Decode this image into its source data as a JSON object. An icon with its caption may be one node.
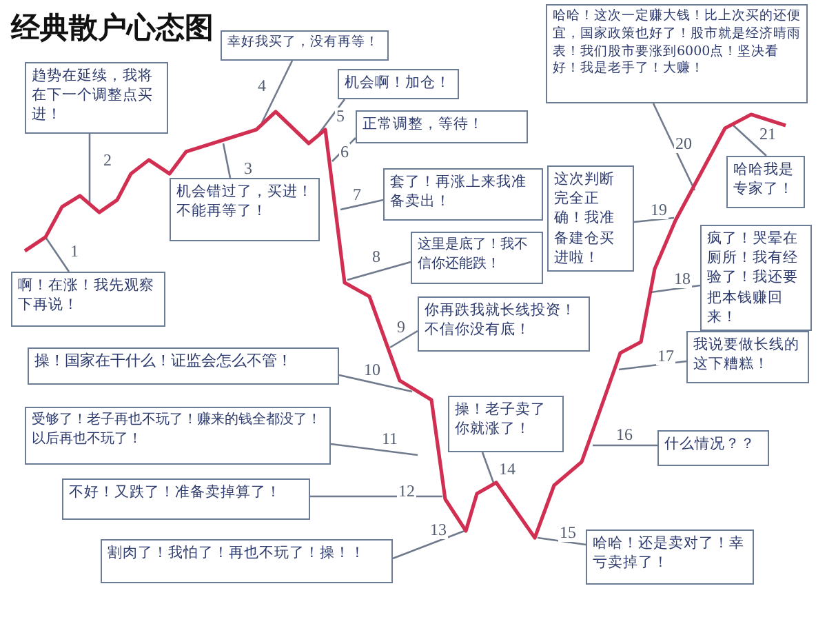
{
  "diagram": {
    "title": "经典散户心态图",
    "nodes": [
      {
        "text": [
          "啊！在涨！我先观察下再说！"
        ]
      },
      {
        "text": [
          "趋势在延续，我将在下一个调整点买进！"
        ]
      },
      {
        "text": [
          "机会错过了，买进！不能再等了！"
        ]
      },
      {
        "text": [
          "幸好我买了，没有再等！"
        ]
      },
      {
        "text": [
          "机会啊！加仓！"
        ]
      },
      {
        "text": [
          "正常调整，等待！"
        ]
      },
      {
        "text": [
          "套了！再涨上来我准备卖出！"
        ]
      },
      {
        "text": [
          "这里是底了！我不信你还能跌！"
        ]
      },
      {
        "text": [
          "你再跌我就长线投资！不信你没有底！"
        ]
      },
      {
        "text": [
          "操！国家在干什么！证监会怎么不管！"
        ]
      },
      {
        "text": [
          "受够了！老子再也不玩了！赚来的钱全都没了！以后再也不玩了！"
        ]
      },
      {
        "text": [
          "不好！又跌了！准备卖掉算了！"
        ]
      },
      {
        "text": [
          "割肉了！我怕了！再也不玩了！操！！"
        ]
      },
      {
        "text": [
          "操！老子卖了你就涨了！"
        ]
      },
      {
        "text": [
          "哈哈！还是卖对了！幸亏卖掉了！"
        ]
      },
      {
        "text": [
          "什么情况？？"
        ]
      },
      {
        "text": [
          "我说要做长线的这下糟糕！"
        ]
      },
      {
        "text": [
          "疯了！哭晕在厕所！我有经验了！我还要把本钱赚回来！"
        ]
      },
      {
        "text": [
          "这次判断完全正确！我准备建仓买进啦！"
        ]
      },
      {
        "text": [
          "哈哈！这次一定赚大钱！比上次买的还便宜，国家政策也好了！股市就是经济晴雨表！我们股市要涨到6000点！坚决看好！我是老手了！大赚！"
        ]
      },
      {
        "text": [
          "哈哈我是专家了！"
        ]
      }
    ],
    "edges": [
      {
        "from": 0,
        "to": null,
        "arrow": "none",
        "label": "1"
      },
      {
        "from": 1,
        "to": null,
        "arrow": "none",
        "label": "2"
      },
      {
        "from": 2,
        "to": null,
        "arrow": "none",
        "label": "3"
      },
      {
        "from": 3,
        "to": null,
        "arrow": "none",
        "label": "4"
      },
      {
        "from": 4,
        "to": null,
        "arrow": "none",
        "label": "5"
      },
      {
        "from": 5,
        "to": null,
        "arrow": "none",
        "label": "6"
      },
      {
        "from": 6,
        "to": null,
        "arrow": "none",
        "label": "7"
      },
      {
        "from": 7,
        "to": null,
        "arrow": "none",
        "label": "8"
      },
      {
        "from": 8,
        "to": null,
        "arrow": "none",
        "label": "9"
      },
      {
        "from": 9,
        "to": null,
        "arrow": "none",
        "label": "10"
      },
      {
        "from": 10,
        "to": null,
        "arrow": "none",
        "label": "11"
      },
      {
        "from": 11,
        "to": null,
        "arrow": "none",
        "label": "12"
      },
      {
        "from": 12,
        "to": null,
        "arrow": "none",
        "label": "13"
      },
      {
        "from": 13,
        "to": null,
        "arrow": "none",
        "label": "14"
      },
      {
        "from": 14,
        "to": null,
        "arrow": "none",
        "label": "15"
      },
      {
        "from": 15,
        "to": null,
        "arrow": "none",
        "label": "16"
      },
      {
        "from": 16,
        "to": null,
        "arrow": "none",
        "label": "17"
      },
      {
        "from": 17,
        "to": null,
        "arrow": "none",
        "label": "18"
      },
      {
        "from": 18,
        "to": null,
        "arrow": "none",
        "label": "19"
      },
      {
        "from": 19,
        "to": null,
        "arrow": "none",
        "label": "20"
      },
      {
        "from": 20,
        "to": null,
        "arrow": "none",
        "label": "21"
      }
    ]
  }
}
